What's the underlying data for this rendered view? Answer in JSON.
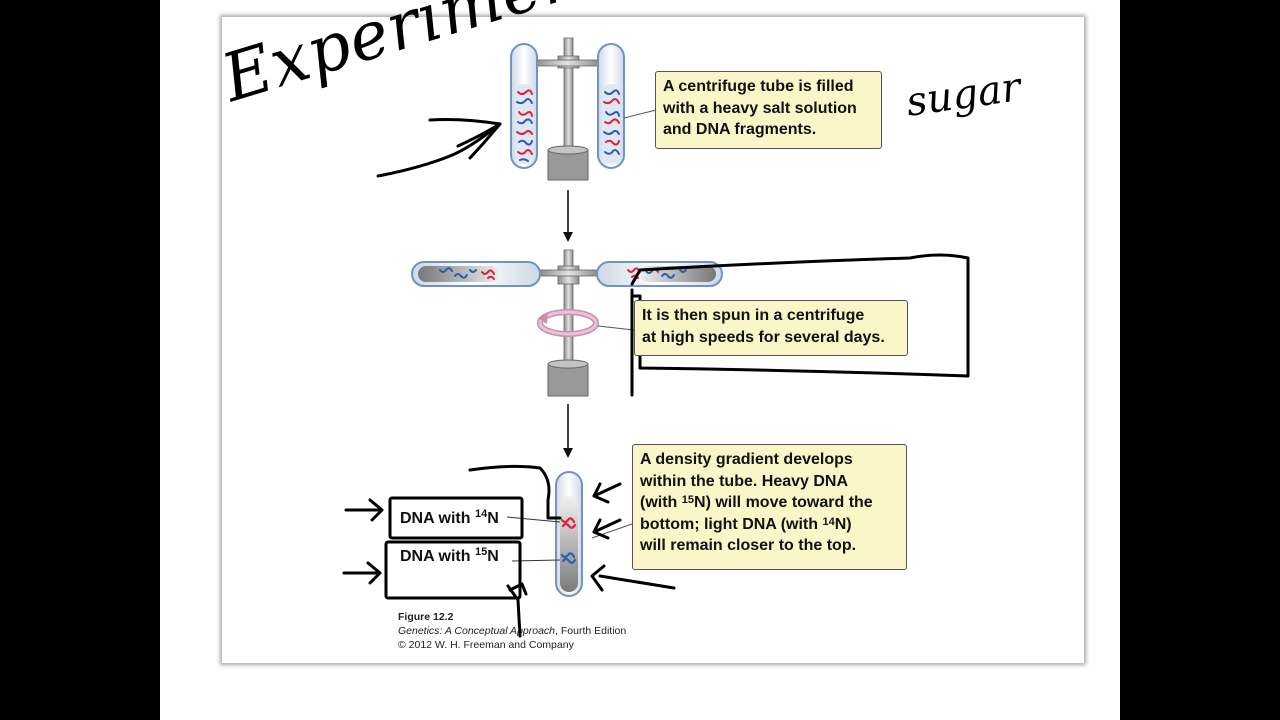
{
  "callouts": {
    "filled": {
      "line1": "A centrifuge tube is filled",
      "line2": "with a heavy salt solution",
      "line3": "and DNA fragments."
    },
    "spun": {
      "line1": "It is then spun in a centrifuge",
      "line2": "at high speeds for several days."
    },
    "gradient": {
      "line1": "A density gradient develops",
      "line2": "within the tube. Heavy DNA",
      "line3_pre": "(with ",
      "line3_sup": "15",
      "line3_post": "N) will move toward the",
      "line4_pre": "bottom; light DNA (with ",
      "line4_sup": "14",
      "line4_post": "N)",
      "line5": "will remain closer to the top."
    }
  },
  "labels": {
    "light": {
      "pre": "DNA with ",
      "sup": "14",
      "post": "N"
    },
    "heavy": {
      "pre": "DNA with ",
      "sup": "15",
      "post": "N"
    }
  },
  "caption": {
    "figure": "Figure 12.2",
    "book_title": "Genetics: A Conceptual Approach",
    "edition": ", Fourth Edition",
    "copyright": "© 2012 W. H. Freeman and Company"
  },
  "handwriting": {
    "title": "Experiment",
    "note": "sugar"
  },
  "colors": {
    "callout_bg": "#fbf6c8",
    "dna_red": "#e0203a",
    "dna_blue": "#2a5fb0",
    "tube_blue": "#8fb3dc",
    "rotation_pink": "#d9a7c4"
  }
}
